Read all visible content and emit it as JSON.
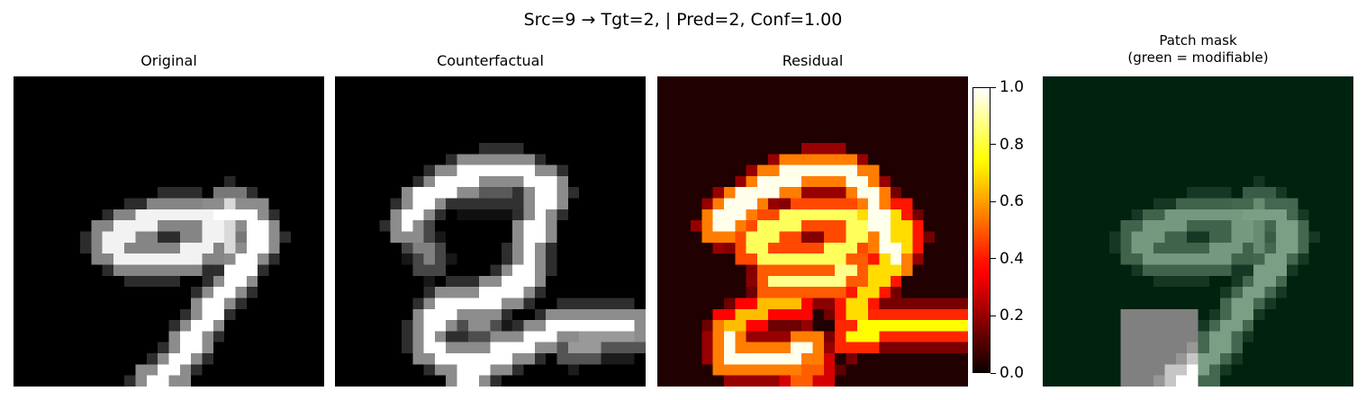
{
  "figure": {
    "suptitle": "Src=9 → Tgt=2, | Pred=2, Conf=1.00"
  },
  "panels": [
    {
      "title": "Original",
      "cmap": "gray"
    },
    {
      "title": "Counterfactual",
      "cmap": "gray"
    },
    {
      "title": "Residual",
      "cmap": "hot"
    },
    {
      "title": "Patch mask\n(green = modifiable)",
      "cmap": "mask"
    }
  ],
  "colorbar": {
    "range": [
      0,
      1
    ],
    "ticks": [
      "0.0",
      "0.2",
      "0.4",
      "0.6",
      "0.8",
      "1.0"
    ]
  },
  "colors": {
    "mask_background": "#00220f",
    "mask_stroke": "#7a9f84",
    "mask_locked_patch": "#808080"
  },
  "chart_data": [
    {
      "type": "heatmap",
      "title": "Original",
      "grid_size": [
        28,
        28
      ],
      "value_range": [
        0,
        1
      ],
      "note_values": "digit 9 drawn on black, stroke intensity ≈1.0",
      "strokes": [
        {
          "path": [
            [
              8,
              14
            ],
            [
              13,
              12
            ],
            [
              16,
              12
            ],
            [
              18,
              13
            ],
            [
              17,
              15
            ],
            [
              14,
              16
            ],
            [
              10,
              16
            ],
            [
              8,
              15
            ],
            [
              8,
              14
            ]
          ],
          "v": 0.95
        },
        {
          "path": [
            [
              18,
              12
            ],
            [
              21,
              12
            ],
            [
              22,
              14
            ],
            [
              20,
              17
            ],
            [
              17,
              21
            ],
            [
              14,
              26
            ],
            [
              12,
              27
            ]
          ],
          "v": 1.0
        },
        {
          "path": [
            [
              19,
              11
            ],
            [
              19,
              15
            ]
          ],
          "v": 0.85
        },
        {
          "path": [
            [
              9,
              14
            ],
            [
              11,
              13
            ]
          ],
          "v": 0.75
        }
      ]
    },
    {
      "type": "heatmap",
      "title": "Counterfactual",
      "grid_size": [
        28,
        28
      ],
      "value_range": [
        0,
        1
      ],
      "strokes": [
        {
          "path": [
            [
              6,
              13
            ],
            [
              7,
              11
            ],
            [
              10,
              9
            ],
            [
              13,
              8
            ],
            [
              16,
              8
            ],
            [
              18,
              9
            ],
            [
              19,
              10
            ],
            [
              18,
              12
            ],
            [
              17,
              15
            ],
            [
              17,
              17
            ],
            [
              15,
              19
            ],
            [
              12,
              20
            ],
            [
              10,
              20
            ]
          ],
          "v": 1.0
        },
        {
          "path": [
            [
              10,
              20
            ],
            [
              8,
              22
            ],
            [
              8,
              24
            ],
            [
              10,
              25
            ],
            [
              13,
              25
            ],
            [
              16,
              24
            ],
            [
              18,
              23
            ],
            [
              20,
              22
            ],
            [
              24,
              22
            ],
            [
              26,
              22
            ]
          ],
          "v": 1.0
        },
        {
          "path": [
            [
              13,
              25
            ],
            [
              12,
              27
            ],
            [
              11,
              26
            ]
          ],
          "v": 1.0
        },
        {
          "path": [
            [
              9,
              21
            ],
            [
              11,
              21
            ],
            [
              13,
              22
            ]
          ],
          "v": 0.55
        },
        {
          "path": [
            [
              21,
              24
            ],
            [
              24,
              23
            ],
            [
              26,
              23
            ]
          ],
          "v": 0.6
        },
        {
          "path": [
            [
              7,
              14
            ],
            [
              8,
              16
            ]
          ],
          "v": 0.5
        },
        {
          "path": [
            [
              11,
              10
            ],
            [
              15,
              10
            ]
          ],
          "v": 0.35
        }
      ]
    },
    {
      "type": "heatmap",
      "title": "Residual",
      "grid_size": [
        28,
        28
      ],
      "value_range": [
        0,
        1
      ],
      "strokes": [
        {
          "path": [
            [
              5,
              13
            ],
            [
              7,
              11
            ],
            [
              10,
              9
            ],
            [
              13,
              8
            ],
            [
              16,
              8
            ],
            [
              18,
              9
            ],
            [
              19,
              11
            ],
            [
              20,
              14
            ],
            [
              21,
              16
            ]
          ],
          "v": 1.0
        },
        {
          "path": [
            [
              8,
              14
            ],
            [
              13,
              12
            ],
            [
              16,
              12
            ],
            [
              18,
              13
            ],
            [
              17,
              15
            ],
            [
              14,
              16
            ],
            [
              10,
              16
            ],
            [
              8,
              15
            ],
            [
              8,
              14
            ]
          ],
          "v": 0.85
        },
        {
          "path": [
            [
              18,
              12
            ],
            [
              21,
              12
            ],
            [
              22,
              14
            ],
            [
              20,
              17
            ],
            [
              17,
              21
            ]
          ],
          "v": 0.7
        },
        {
          "path": [
            [
              10,
              18
            ],
            [
              15,
              18
            ],
            [
              17,
              17
            ]
          ],
          "v": 0.9
        },
        {
          "path": [
            [
              6,
              22
            ],
            [
              8,
              21
            ],
            [
              10,
              20
            ],
            [
              12,
              20
            ]
          ],
          "v": 0.65
        },
        {
          "path": [
            [
              6,
              23
            ],
            [
              6,
              25
            ],
            [
              8,
              25
            ],
            [
              11,
              25
            ],
            [
              13,
              24
            ]
          ],
          "v": 1.0
        },
        {
          "path": [
            [
              17,
              23
            ],
            [
              20,
              22
            ],
            [
              24,
              22
            ],
            [
              27,
              22
            ]
          ],
          "v": 0.75
        },
        {
          "path": [
            [
              14,
              26
            ],
            [
              12,
              27
            ]
          ],
          "v": 0.5
        }
      ]
    },
    {
      "type": "heatmap",
      "title": "Patch mask\n(green = modifiable)",
      "grid_size": [
        28,
        28
      ],
      "value_range": [
        0,
        1
      ],
      "modifiable_region": "all except bottom-left patch",
      "locked_patch_rows": [
        21,
        27
      ],
      "locked_patch_cols": [
        7,
        13
      ]
    }
  ]
}
